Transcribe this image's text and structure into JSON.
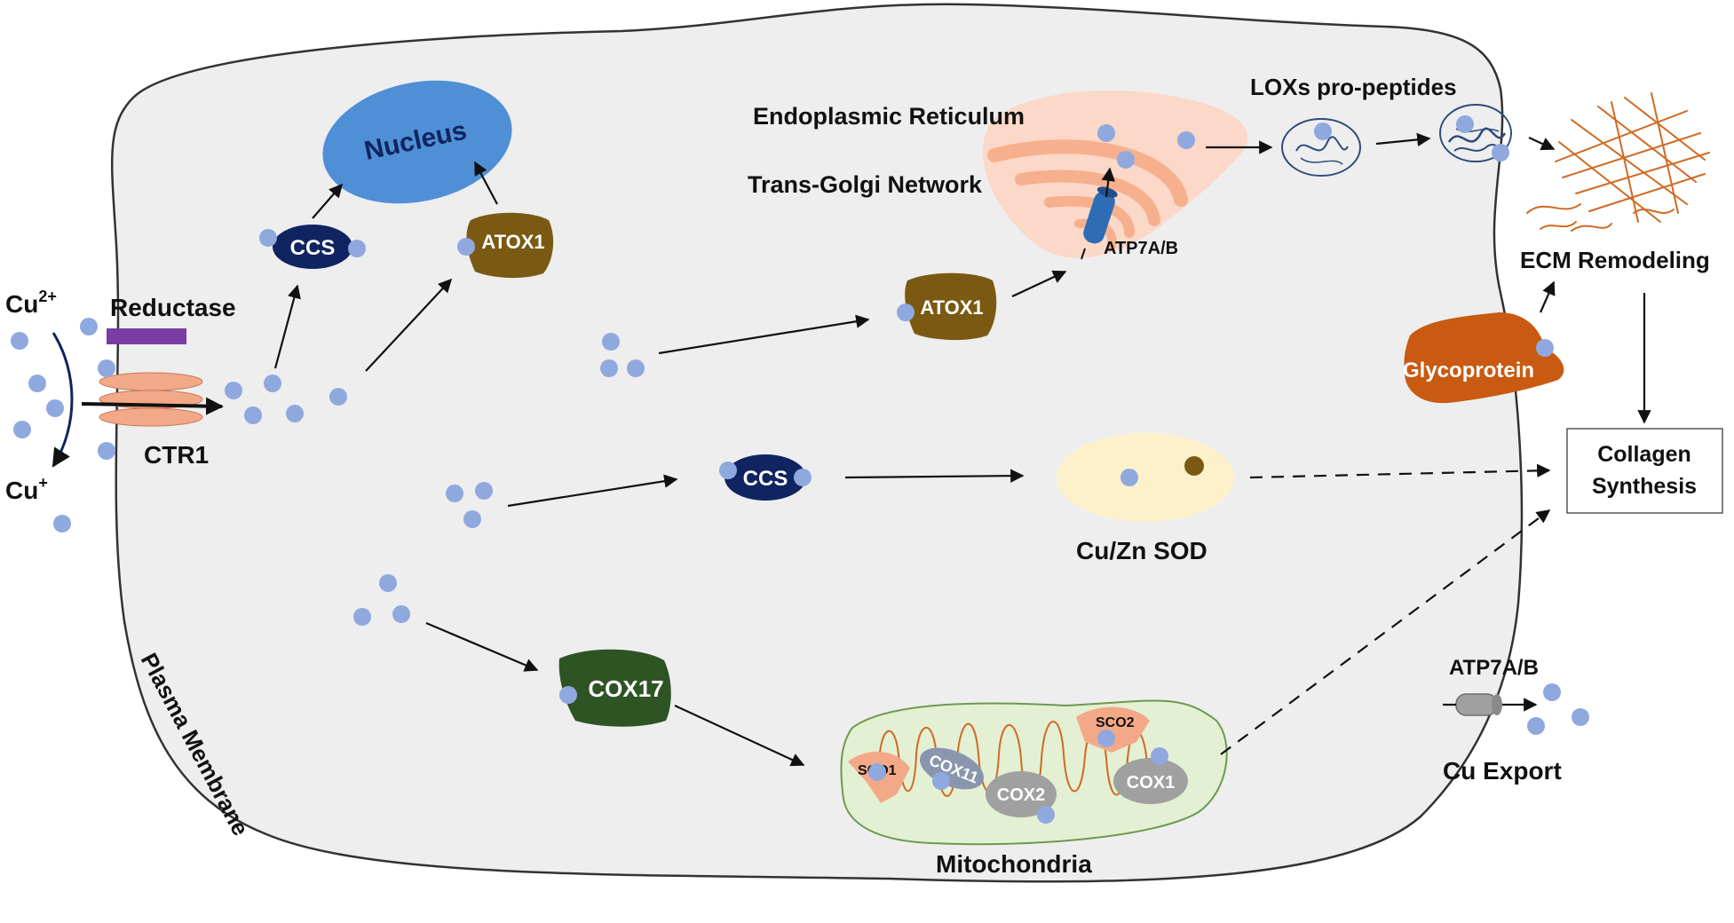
{
  "labels": {
    "cu2": "Cu",
    "cu2_sup": "2+",
    "cu1": "Cu",
    "cu1_sup": "+",
    "reductase": "Reductase",
    "ctr1": "CTR1",
    "nucleus": "Nucleus",
    "ccs_top": "CCS",
    "atox1_top": "ATOX1",
    "er": "Endoplasmic Reticulum",
    "tgn": "Trans-Golgi Network",
    "atp7ab_golgi": "ATP7A/B",
    "atox1_mid": "ATOX1",
    "lox": "LOXs pro-peptides",
    "ecm": "ECM Remodeling",
    "glycoprotein": "Glycoprotein",
    "collagen_line1": "Collagen",
    "collagen_line2": "Synthesis",
    "ccs_mid": "CCS",
    "sod": "Cu/Zn SOD",
    "cox17": "COX17",
    "sco1": "SCO1",
    "cox11": "COX11",
    "cox2": "COX2",
    "sco2": "SCO2",
    "cox1": "COX1",
    "mito": "Mitochondria",
    "atp7ab_export": "ATP7A/B",
    "cu_export": "Cu Export",
    "membrane": "Plasma Membrane"
  },
  "colors": {
    "cell_fill": "#eeeeee",
    "copper_ion": "#8fa9df",
    "nucleus": "#4f8fd6",
    "ccs": "#0f2460",
    "atox1": "#7a5a12",
    "golgi": "#f6b08e",
    "er": "#fbd8c8",
    "glycoprotein": "#c95a12",
    "cox17": "#2f5424",
    "mito_fill": "#e3f0d3",
    "sod_fill": "#fdf1cc",
    "zinc": "#7a5a12",
    "ecm_fiber": "#d06a22",
    "reductase": "#7a3ea3",
    "ctr1": "#f3a987"
  }
}
